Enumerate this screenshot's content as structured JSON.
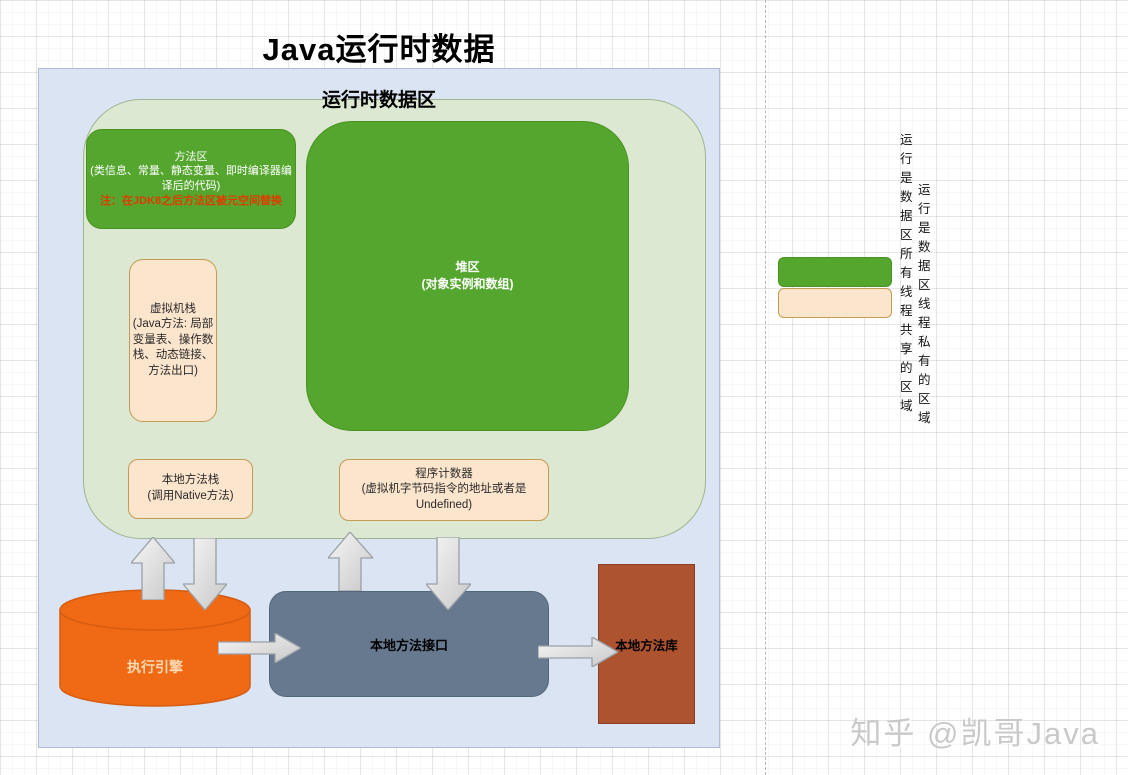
{
  "title": "Java运行时数据",
  "watermark": "知乎 @凯哥Java",
  "runtime_container": {
    "label": "运行时数据区"
  },
  "boxes": {
    "method_area": {
      "title": "方法区",
      "desc": "(类信息、常量、静态变量、即时编译器编译后的代码)",
      "note": "注：在JDK8之后方法区被元空间替换"
    },
    "heap": {
      "title": "堆区",
      "desc": "(对象实例和数组)"
    },
    "vm_stack": {
      "title": "虚拟机栈",
      "desc": "(Java方法: 局部变量表、操作数栈、动态链接、方法出口)"
    },
    "native_stack": {
      "title": "本地方法栈",
      "desc": "(调用Native方法)"
    },
    "program_counter": {
      "title": "程序计数器",
      "desc": "(虚拟机字节码指令的地址或者是 Undefined)"
    },
    "execution_engine": {
      "label": "执行引擎"
    },
    "native_interface": {
      "label": "本地方法接口"
    },
    "native_library": {
      "label": "本地方法库"
    }
  },
  "legend": {
    "items": [
      {
        "color": "#55a62e",
        "label": "运行是数据区所有线程共享的区域"
      },
      {
        "color": "#fce5cd",
        "label": "运行是数据区线程私有的区域"
      }
    ]
  },
  "colors": {
    "shared_green": "#55a62e",
    "private_peach": "#fce5cd",
    "peach_border": "#c49b54",
    "runtime_bg": "#dbe4f3",
    "inner_bg": "#dce8d2",
    "engine_orange": "#f06a15",
    "interface_gray": "#66798e",
    "library_brown": "#ad5330",
    "note_red": "#e03c00"
  }
}
